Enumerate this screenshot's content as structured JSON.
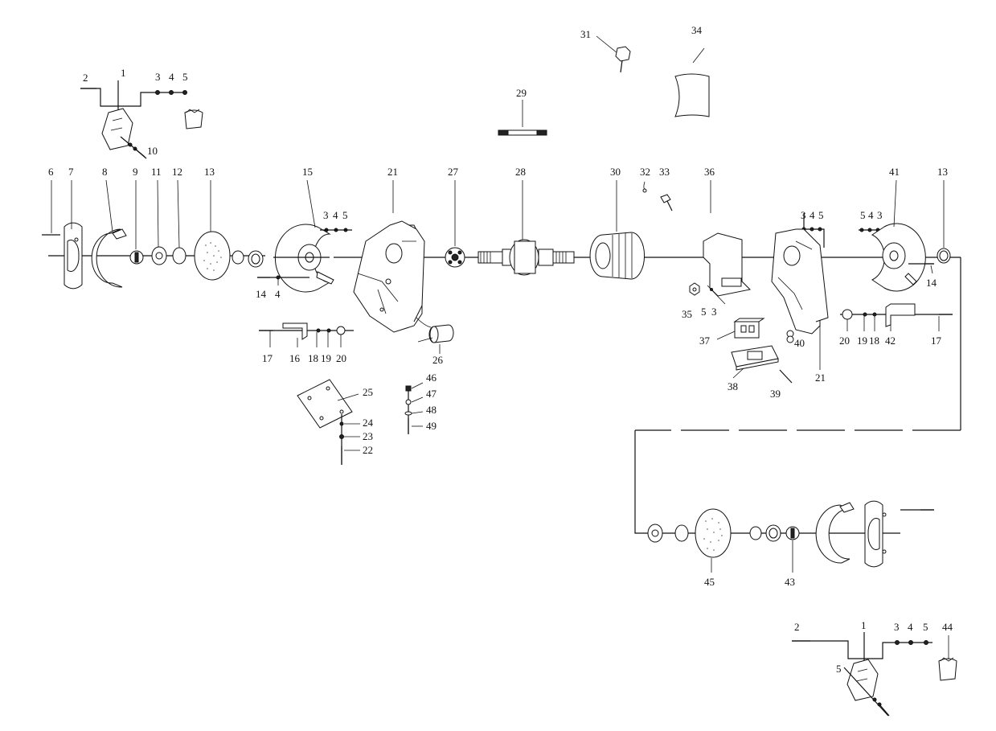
{
  "labels": {
    "l1": "1",
    "l2": "2",
    "l3": "3",
    "l4": "4",
    "l5": "5",
    "l10": "10",
    "l6": "6",
    "l7": "7",
    "l8": "8",
    "l9": "9",
    "l11": "11",
    "l12": "12",
    "l13": "13",
    "l15": "15",
    "l15_3": "3",
    "l15_4": "4",
    "l15_5": "5",
    "l14": "14",
    "l14_4": "4",
    "l17": "17",
    "l16": "16",
    "l18": "18",
    "l19": "19",
    "l20": "20",
    "l21": "21",
    "l26": "26",
    "l27": "27",
    "l28": "28",
    "l29": "29",
    "l25": "25",
    "l24": "24",
    "l23": "23",
    "l22": "22",
    "l46": "46",
    "l47": "47",
    "l48": "48",
    "l49": "49",
    "l31": "31",
    "l34": "34",
    "l30": "30",
    "l32": "32",
    "l33": "33",
    "l36": "36",
    "l35": "35",
    "l5b": "5",
    "l3b": "3",
    "l37": "37",
    "l38": "38",
    "l39": "39",
    "l40": "40",
    "l21b": "21",
    "l21b_3": "3",
    "l21b_4": "4",
    "l21b_5": "5",
    "l41": "41",
    "l13b": "13",
    "l41_5": "5",
    "l41_4": "4",
    "l41_3": "3",
    "l14b": "14",
    "l20b": "20",
    "l19b": "19",
    "l18b": "18",
    "l42": "42",
    "l17b": "17",
    "l45": "45",
    "l43": "43",
    "l2b": "2",
    "l1b": "1",
    "l3c": "3",
    "l4c": "4",
    "l5c": "5",
    "l44": "44",
    "l5d": "5"
  }
}
